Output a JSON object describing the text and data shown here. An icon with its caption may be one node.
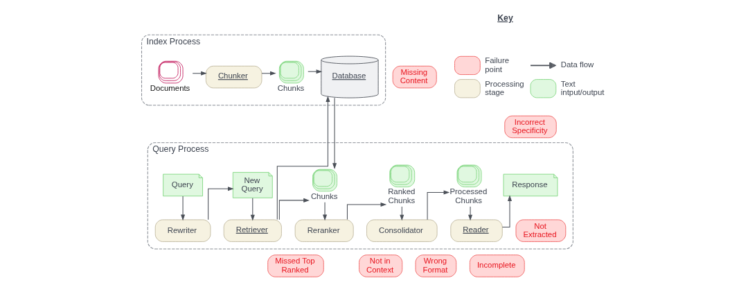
{
  "diagram": {
    "nodes": [
      {
        "text": [
          "Index Process"
        ]
      },
      {
        "text": [
          "Documents"
        ],
        "in": 0
      },
      {
        "text": [
          "Chunker"
        ],
        "in": 0
      },
      {
        "text": [
          "Chunks"
        ],
        "in": 0
      },
      {
        "text": [
          "Database"
        ],
        "in": 0
      },
      {
        "text": [
          "Missing Content"
        ]
      },
      {
        "text": [
          "Query Process"
        ]
      },
      {
        "text": [
          "Query"
        ],
        "in": 6
      },
      {
        "text": [
          "Rewriter"
        ],
        "in": 6
      },
      {
        "text": [
          "New Query"
        ],
        "in": 6
      },
      {
        "text": [
          "Retriever"
        ],
        "in": 6
      },
      {
        "text": [
          "Chunks"
        ],
        "in": 6
      },
      {
        "text": [
          "Reranker"
        ],
        "in": 6
      },
      {
        "text": [
          "Ranked Chunks"
        ],
        "in": 6
      },
      {
        "text": [
          "Consolidator"
        ],
        "in": 6
      },
      {
        "text": [
          "Processed Chunks"
        ],
        "in": 6
      },
      {
        "text": [
          "Reader"
        ],
        "in": 6
      },
      {
        "text": [
          "Response"
        ],
        "in": 6
      },
      {
        "text": [
          "Incorrect Specificity"
        ]
      },
      {
        "text": [
          "Missed Top Ranked"
        ]
      },
      {
        "text": [
          "Not in Context"
        ]
      },
      {
        "text": [
          "Not Extracted"
        ],
        "in": 6
      },
      {
        "text": [
          "Wrong Format"
        ]
      },
      {
        "text": [
          "Incomplete"
        ]
      }
    ],
    "edges": [
      {
        "from": 1,
        "to": 2,
        "arrow": "to"
      },
      {
        "from": 2,
        "to": 3,
        "arrow": "to"
      },
      {
        "from": 3,
        "to": 4,
        "arrow": "to"
      },
      {
        "from": 10,
        "to": 4,
        "arrow": "to"
      },
      {
        "from": 4,
        "to": 11,
        "arrow": "to"
      },
      {
        "from": 7,
        "to": 8,
        "arrow": "to"
      },
      {
        "from": 8,
        "to": 9,
        "arrow": "to"
      },
      {
        "from": 9,
        "to": 10,
        "arrow": "to"
      },
      {
        "from": 10,
        "to": 11,
        "arrow": "to"
      },
      {
        "from": 11,
        "to": 12,
        "arrow": "to"
      },
      {
        "from": 12,
        "to": 13,
        "arrow": "to"
      },
      {
        "from": 13,
        "to": 14,
        "arrow": "to"
      },
      {
        "from": 14,
        "to": 15,
        "arrow": "to"
      },
      {
        "from": 15,
        "to": 16,
        "arrow": "to"
      },
      {
        "from": 16,
        "to": 17,
        "arrow": "to"
      }
    ],
    "labels": [
      "Key"
    ],
    "legend": [
      {
        "text": "Failure point",
        "color": "#ffd7d7"
      },
      {
        "text": "Processing stage",
        "color": "#f6f2e1"
      },
      {
        "text": "Data flow"
      },
      {
        "text": "Text intput/output",
        "color": "#e0f8e0"
      }
    ]
  }
}
